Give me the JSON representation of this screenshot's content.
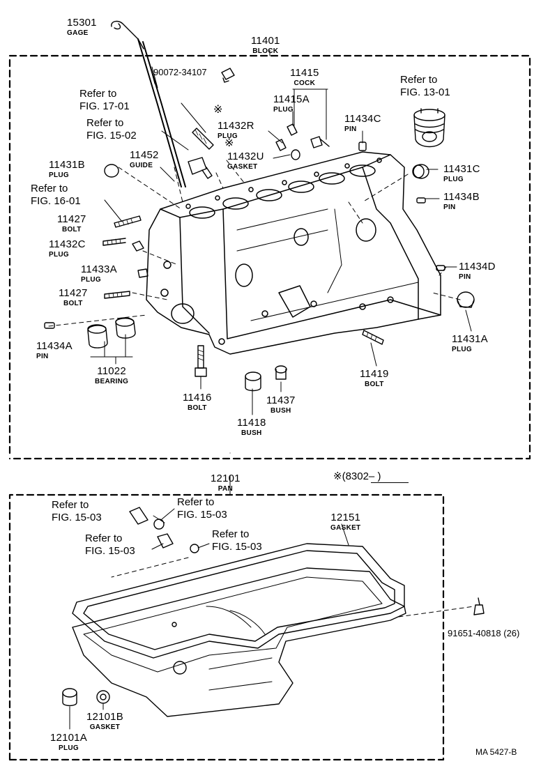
{
  "parts": {
    "p15301": {
      "num": "15301",
      "name": "GAGE"
    },
    "p11401": {
      "num": "11401",
      "name": "BLOCK"
    },
    "p90072": {
      "num": "90072-34107"
    },
    "p11415": {
      "num": "11415",
      "name": "COCK"
    },
    "p11415a": {
      "num": "11415A",
      "name": "PLUG"
    },
    "p11434c": {
      "num": "11434C",
      "name": "PIN"
    },
    "p11432r": {
      "num": "11432R",
      "name": "PLUG"
    },
    "p11432u": {
      "num": "11432U",
      "name": "GASKET"
    },
    "p11452": {
      "num": "11452",
      "name": "GUIDE"
    },
    "p11431b": {
      "num": "11431B",
      "name": "PLUG"
    },
    "p11431c": {
      "num": "11431C",
      "name": "PLUG"
    },
    "p11434b": {
      "num": "11434B",
      "name": "PIN"
    },
    "p11427a": {
      "num": "11427",
      "name": "BOLT"
    },
    "p11432c": {
      "num": "11432C",
      "name": "PLUG"
    },
    "p11433a": {
      "num": "11433A",
      "name": "PLUG"
    },
    "p11427b": {
      "num": "11427",
      "name": "BOLT"
    },
    "p11434d": {
      "num": "11434D",
      "name": "PIN"
    },
    "p11431a": {
      "num": "11431A",
      "name": "PLUG"
    },
    "p11434a": {
      "num": "11434A",
      "name": "PIN"
    },
    "p11022": {
      "num": "11022",
      "name": "BEARING"
    },
    "p11416": {
      "num": "11416",
      "name": "BOLT"
    },
    "p11418": {
      "num": "11418",
      "name": "BUSH"
    },
    "p11437": {
      "num": "11437",
      "name": "BUSH"
    },
    "p11419": {
      "num": "11419",
      "name": "BOLT"
    },
    "p12101": {
      "num": "12101",
      "name": "PAN"
    },
    "p12151": {
      "num": "12151",
      "name": "GASKET"
    },
    "p91651": {
      "num": "91651-40818 (26)"
    },
    "p12101b": {
      "num": "12101B",
      "name": "GASKET"
    },
    "p12101a": {
      "num": "12101A",
      "name": "PLUG"
    }
  },
  "refs": {
    "fig13": {
      "line1": "Refer to",
      "line2": "FIG. 13-01"
    },
    "fig17": {
      "line1": "Refer to",
      "line2": "FIG. 17-01"
    },
    "fig15a": {
      "line1": "Refer to",
      "line2": "FIG. 15-02"
    },
    "fig16": {
      "line1": "Refer to",
      "line2": "FIG. 16-01"
    },
    "fig15b": {
      "line1": "Refer to",
      "line2": "FIG. 15-03"
    },
    "fig15c": {
      "line1": "Refer to",
      "line2": "FIG. 15-03"
    },
    "fig15d": {
      "line1": "Refer to",
      "line2": "FIG. 15-03"
    },
    "fig15e": {
      "line1": "Refer to",
      "line2": "FIG. 15-03"
    }
  },
  "marks": {
    "star": "※",
    "date_note": "※(8302–        )",
    "diagram_code": "MA  5427-B"
  }
}
